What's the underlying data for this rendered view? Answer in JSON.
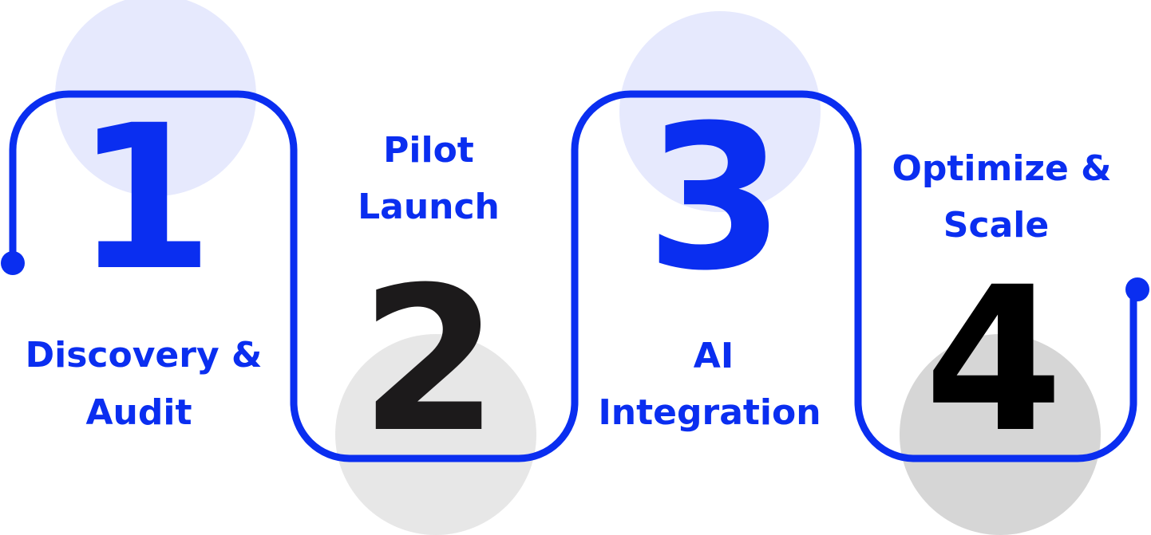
{
  "colors": {
    "accent": "#0a2ef0",
    "dark": "#1c1a1b",
    "black": "#000000",
    "circle_blue": "#e6e9fd",
    "circle_gray_light": "#e7e7e7",
    "circle_gray": "#d6d6d6",
    "background": "#ffffff"
  },
  "steps": [
    {
      "number": "1",
      "label_line1": "Discovery &",
      "label_line2": "Audit"
    },
    {
      "number": "2",
      "label_line1": "Pilot",
      "label_line2": "Launch"
    },
    {
      "number": "3",
      "label_line1": "AI",
      "label_line2": "Integration"
    },
    {
      "number": "4",
      "label_line1": "Optimize &",
      "label_line2": "Scale"
    }
  ]
}
